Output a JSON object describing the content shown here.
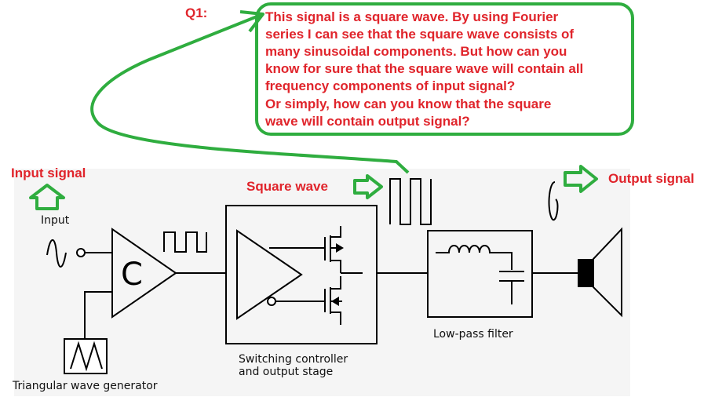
{
  "question": {
    "tag": "Q1:",
    "lines": [
      "This signal is a square wave. By using Fourier",
      "series I can see that the square wave consists of",
      "many sinusoidal components. But how can you",
      "know for sure that the square wave will contain all",
      "frequency components of input signal?",
      "Or simply, how can you know that the square",
      "wave will contain output signal?"
    ]
  },
  "annotations": {
    "input_signal": "Input signal",
    "square_wave": "Square wave",
    "output_signal": "Output signal"
  },
  "diagram": {
    "input": "Input",
    "comparator_symbol": "C",
    "triangular_generator": "Triangular wave generator",
    "switching_line1": "Switching controller",
    "switching_line2": "and output stage",
    "low_pass_filter": "Low-pass filter"
  },
  "colors": {
    "annotation_red": "#e0242b",
    "annotation_green": "#2fad3f",
    "diagram_background": "#f5f5f5"
  }
}
